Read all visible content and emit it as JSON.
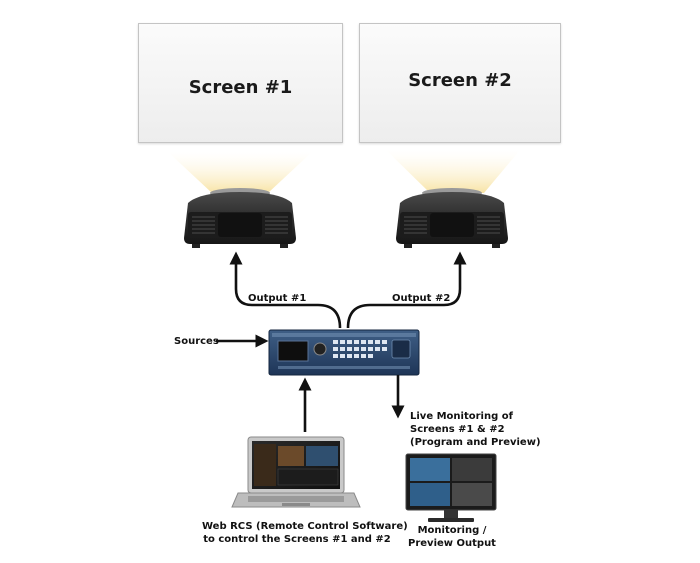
{
  "screens": [
    {
      "title": "Screen #1"
    },
    {
      "title": "Screen #2"
    }
  ],
  "outputs": {
    "output1": "Output #1",
    "output2": "Output #2"
  },
  "sources_label": "Sources",
  "monitoring": {
    "line1": "Live Monitoring of",
    "line2": "Screens #1 & #2",
    "line3": "(Program and Preview)"
  },
  "software": {
    "line1": "Web RCS (Remote Control Software)",
    "line2": "to control the Screens #1 and #2"
  },
  "monitor_output": {
    "line1": "Monitoring /",
    "line2": "Preview Output"
  }
}
